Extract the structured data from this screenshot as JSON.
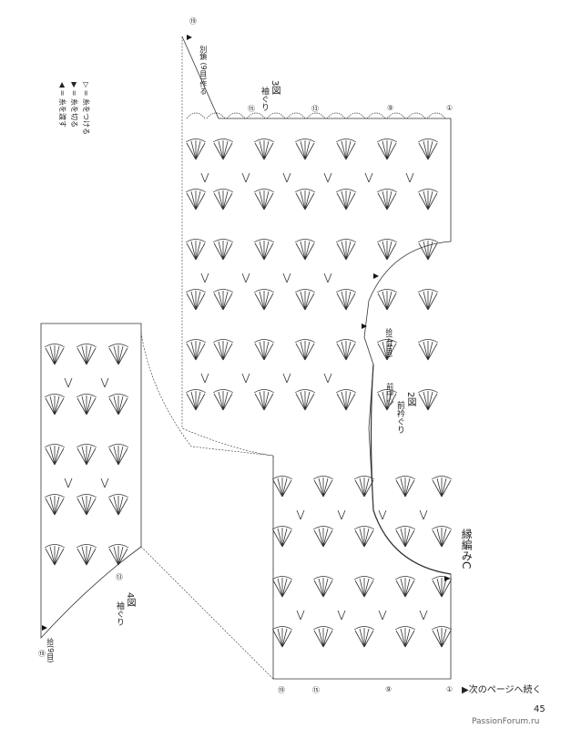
{
  "legend": {
    "join": "▷ = 糸をつける",
    "cut": "▶ = 糸を切る",
    "cross": "◀ = 糸を渡す"
  },
  "fig3": {
    "title": "3図",
    "subtitle": "袖ぐり",
    "note": "別鎖 (9目)作る"
  },
  "fig2": {
    "title": "2図",
    "subtitle": "前衿ぐり",
    "center": "前中心",
    "note": "拾(44目)"
  },
  "fig4": {
    "title": "4図",
    "subtitle": "袖ぐり",
    "note": "拾(9目)"
  },
  "section": "縁編みC",
  "continue": "▶次のページへ続く",
  "page_number": "45",
  "watermark": "PassionForum.ru",
  "markers": {
    "r1": "①",
    "r9": "⑨",
    "r13": "⑬",
    "r15": "⑮",
    "r19": "⑲"
  }
}
